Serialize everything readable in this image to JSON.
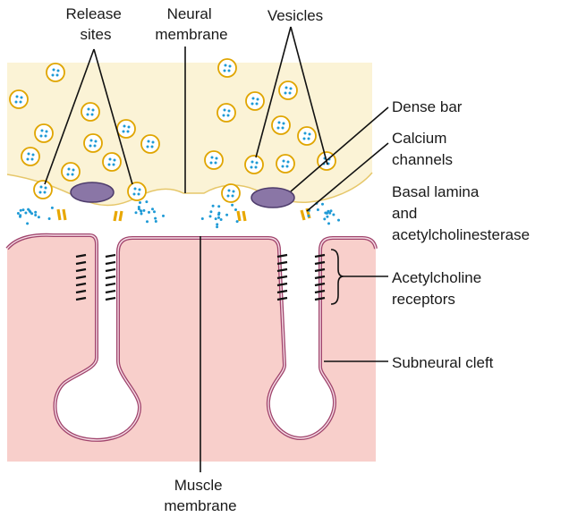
{
  "labels": {
    "release_sites": [
      "Release",
      "sites"
    ],
    "neural_membrane": [
      "Neural",
      "membrane"
    ],
    "vesicles": [
      "Vesicles"
    ],
    "dense_bar": [
      "Dense bar"
    ],
    "calcium_channels": [
      "Calcium",
      "channels"
    ],
    "basal_lamina": [
      "Basal lamina",
      "and",
      "acetylcholinesterase"
    ],
    "ach_receptors": [
      "Acetylcholine",
      "receptors"
    ],
    "subneural_cleft": [
      "Subneural cleft"
    ],
    "muscle_membrane": [
      "Muscle",
      "membrane"
    ]
  },
  "colors": {
    "nerve_terminal": "#fbf3d6",
    "vesicle_outline": "#e0a500",
    "neurotransmitter": "#1e9ad6",
    "muscle": "#f8cfcb",
    "muscle_membrane": "#a0446c",
    "dense_bar": "#8a76a6",
    "calcium_channel": "#e8a700",
    "receptor": "#111111"
  }
}
